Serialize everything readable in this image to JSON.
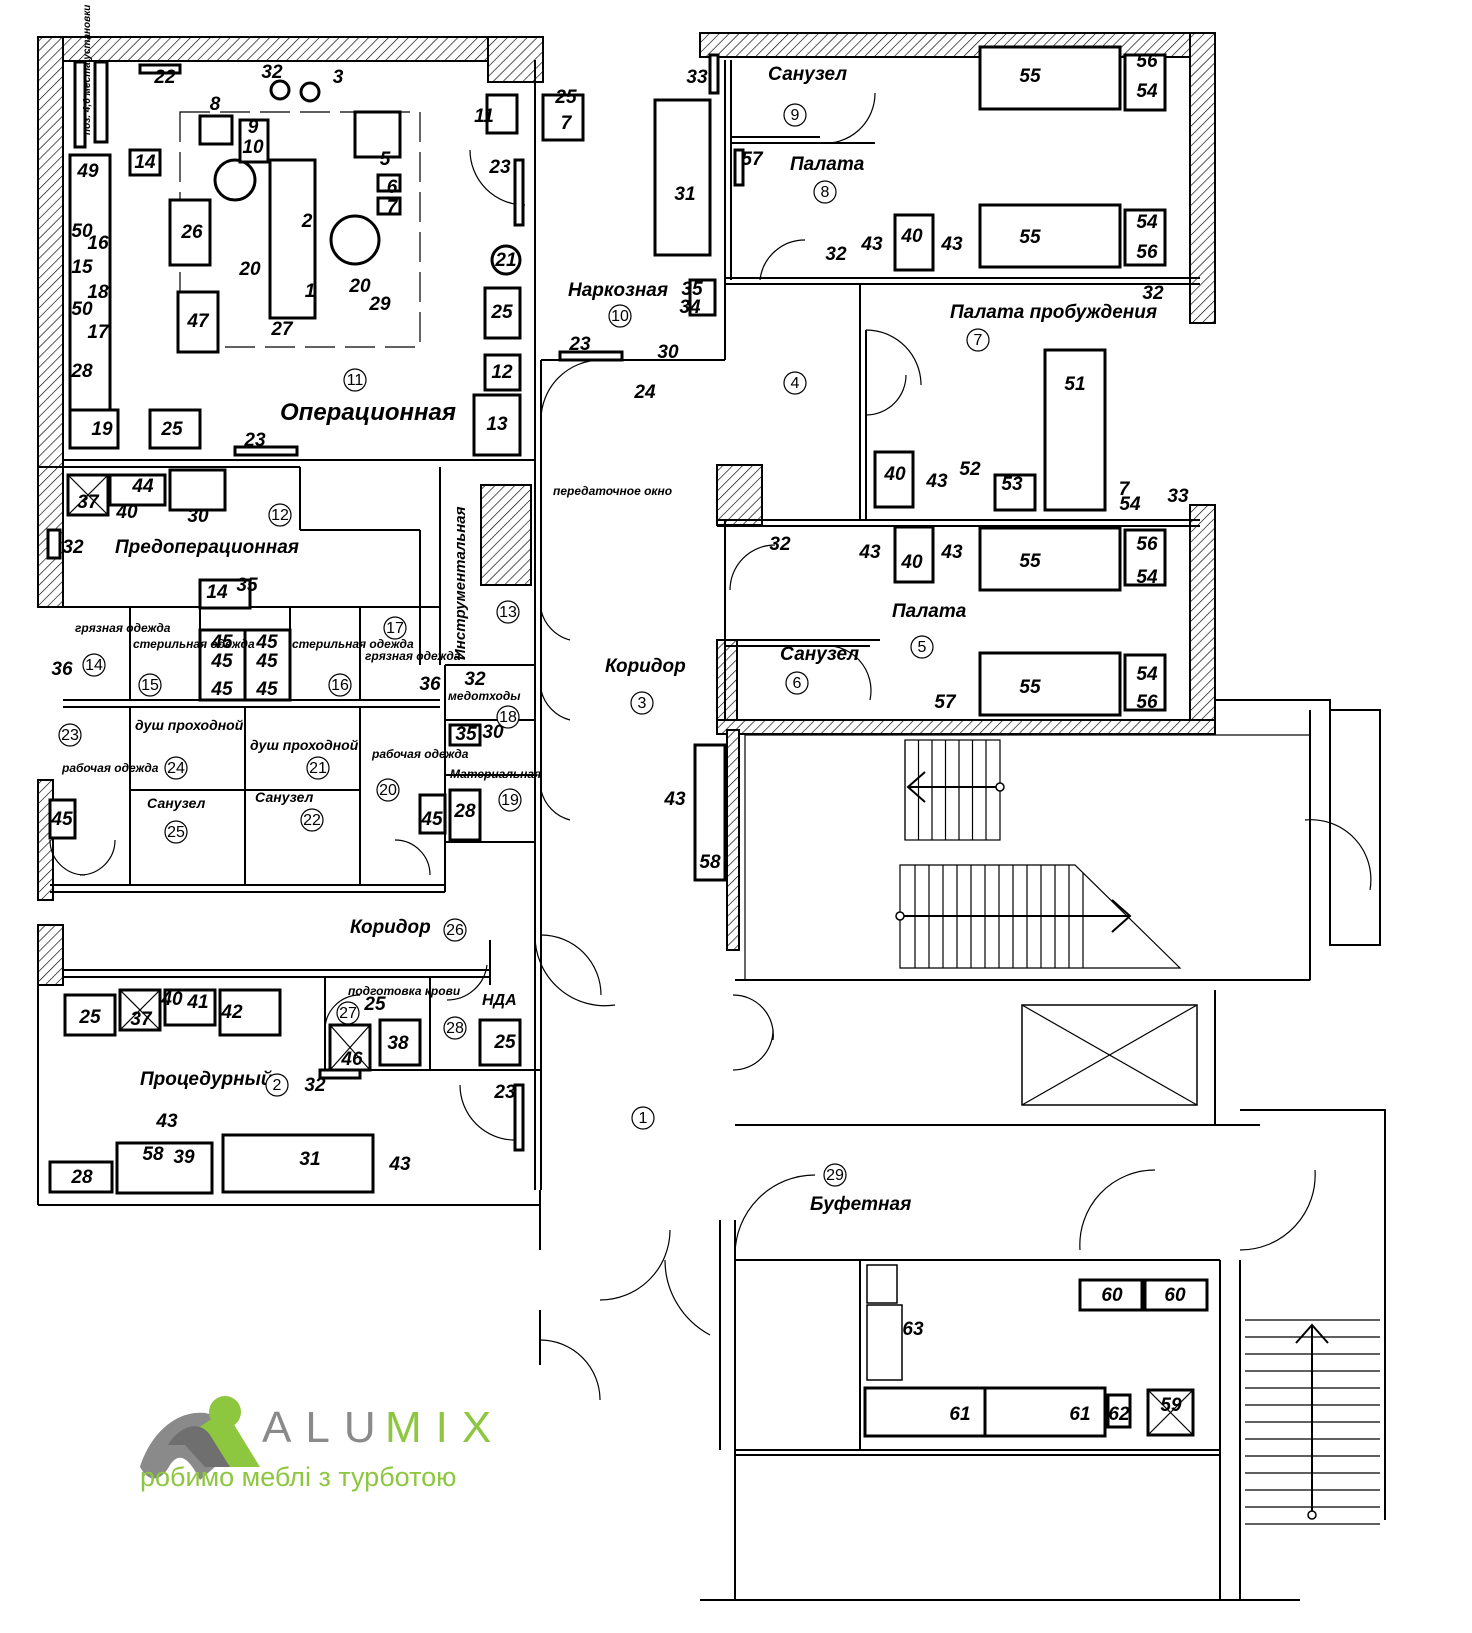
{
  "rooms": [
    {
      "id": "r11",
      "name": "Операционная",
      "num": "11"
    },
    {
      "id": "r12",
      "name": "Предоперационная",
      "num": "12"
    },
    {
      "id": "r10",
      "name": "Наркозная",
      "num": "10"
    },
    {
      "id": "r9",
      "name": "Санузел",
      "num": "9"
    },
    {
      "id": "r8",
      "name": "Палата",
      "num": "8"
    },
    {
      "id": "r7",
      "name": "Палата пробуждения",
      "num": "7"
    },
    {
      "id": "r4",
      "name": "",
      "num": "4"
    },
    {
      "id": "r5",
      "name": "Палата",
      "num": "5"
    },
    {
      "id": "r6",
      "name": "Санузел",
      "num": "6"
    },
    {
      "id": "r3",
      "name": "Коридор",
      "num": "3"
    },
    {
      "id": "r13",
      "name": "Инструментальная",
      "num": "13"
    },
    {
      "id": "r14",
      "name": "грязная одежда",
      "num": "14"
    },
    {
      "id": "r15",
      "name": "стерильная одежда",
      "num": "15"
    },
    {
      "id": "r16",
      "name": "стерильная одежда",
      "num": "16"
    },
    {
      "id": "r17",
      "name": "грязная одежда",
      "num": "17"
    },
    {
      "id": "r18",
      "name": "медотходы",
      "num": "18"
    },
    {
      "id": "r19",
      "name": "Материальная",
      "num": "19"
    },
    {
      "id": "r20",
      "name": "рабочая одежда",
      "num": "20"
    },
    {
      "id": "r21",
      "name": "душ проходной",
      "num": "21"
    },
    {
      "id": "r22",
      "name": "Санузел",
      "num": "22"
    },
    {
      "id": "r23",
      "name": "рабочая одежда",
      "num": "23"
    },
    {
      "id": "r24",
      "name": "душ проходной",
      "num": "24"
    },
    {
      "id": "r25",
      "name": "Санузел",
      "num": "25"
    },
    {
      "id": "r26",
      "name": "Коридор",
      "num": "26"
    },
    {
      "id": "r27",
      "name": "подготовка крови",
      "num": "27"
    },
    {
      "id": "r28",
      "name": "НДА",
      "num": "28"
    },
    {
      "id": "r2",
      "name": "Процедурный",
      "num": "2"
    },
    {
      "id": "r1",
      "name": "",
      "num": "1"
    },
    {
      "id": "r29",
      "name": "Буфетная",
      "num": "29"
    }
  ],
  "notes": {
    "transfer_window": "передаточное окно",
    "install_note": "поз. 4,6 места установки"
  },
  "brand": {
    "name_a": "ALU",
    "name_b": "MIX",
    "tagline": "робимо меблі з турботою",
    "color_gray": "#8a8a8a",
    "color_green": "#8dc63f"
  }
}
